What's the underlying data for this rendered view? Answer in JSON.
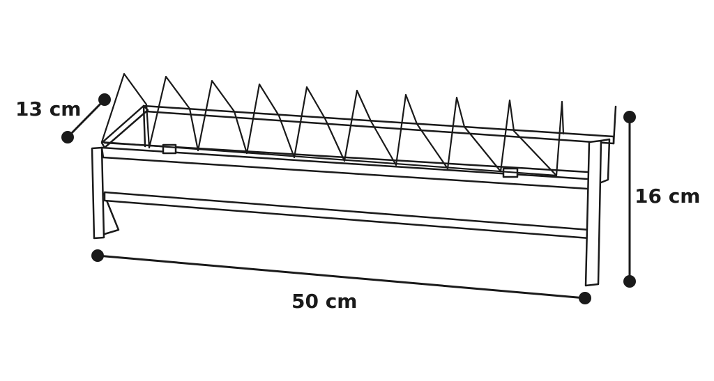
{
  "dimensions": {
    "depth_label": "13 cm",
    "length_label": "50 cm",
    "height_label": "16 cm"
  },
  "colors": {
    "line": "#1a1a1a",
    "background": "#ffffff"
  }
}
